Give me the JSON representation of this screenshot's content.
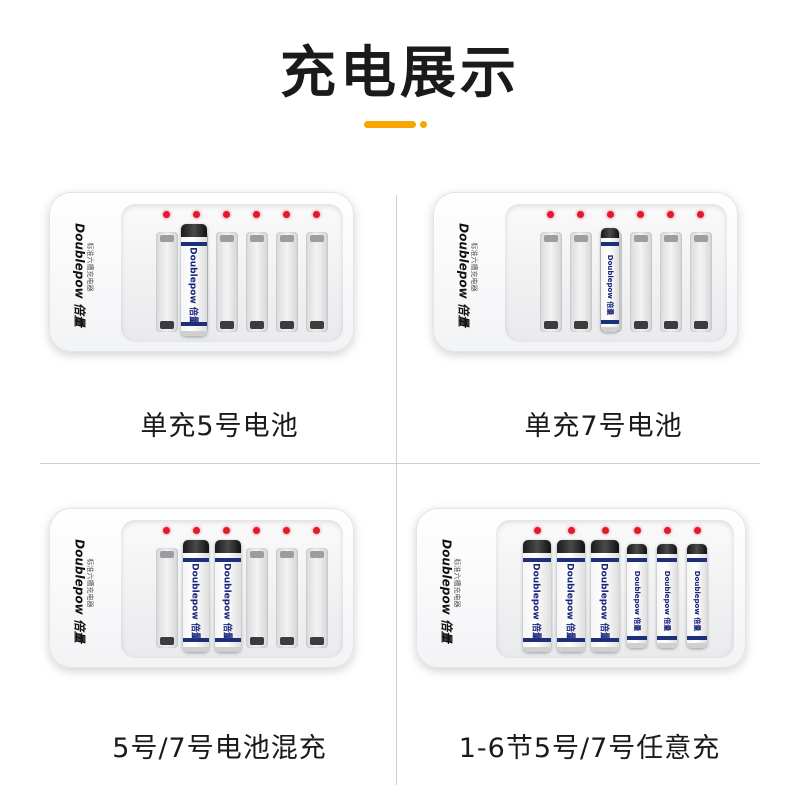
{
  "title": "充电展示",
  "accent_color": "#f7a600",
  "led_color": "#e0192c",
  "brand": {
    "name": "Doublepow 倍量",
    "subtitle": "标准六槽充电器"
  },
  "panels": [
    {
      "caption": "单充5号电池"
    },
    {
      "caption": "单充7号电池"
    },
    {
      "caption": "5号/7号电池混充"
    },
    {
      "caption": "1-6节5号/7号任意充"
    }
  ],
  "battery_label": "Doublepow 倍量"
}
